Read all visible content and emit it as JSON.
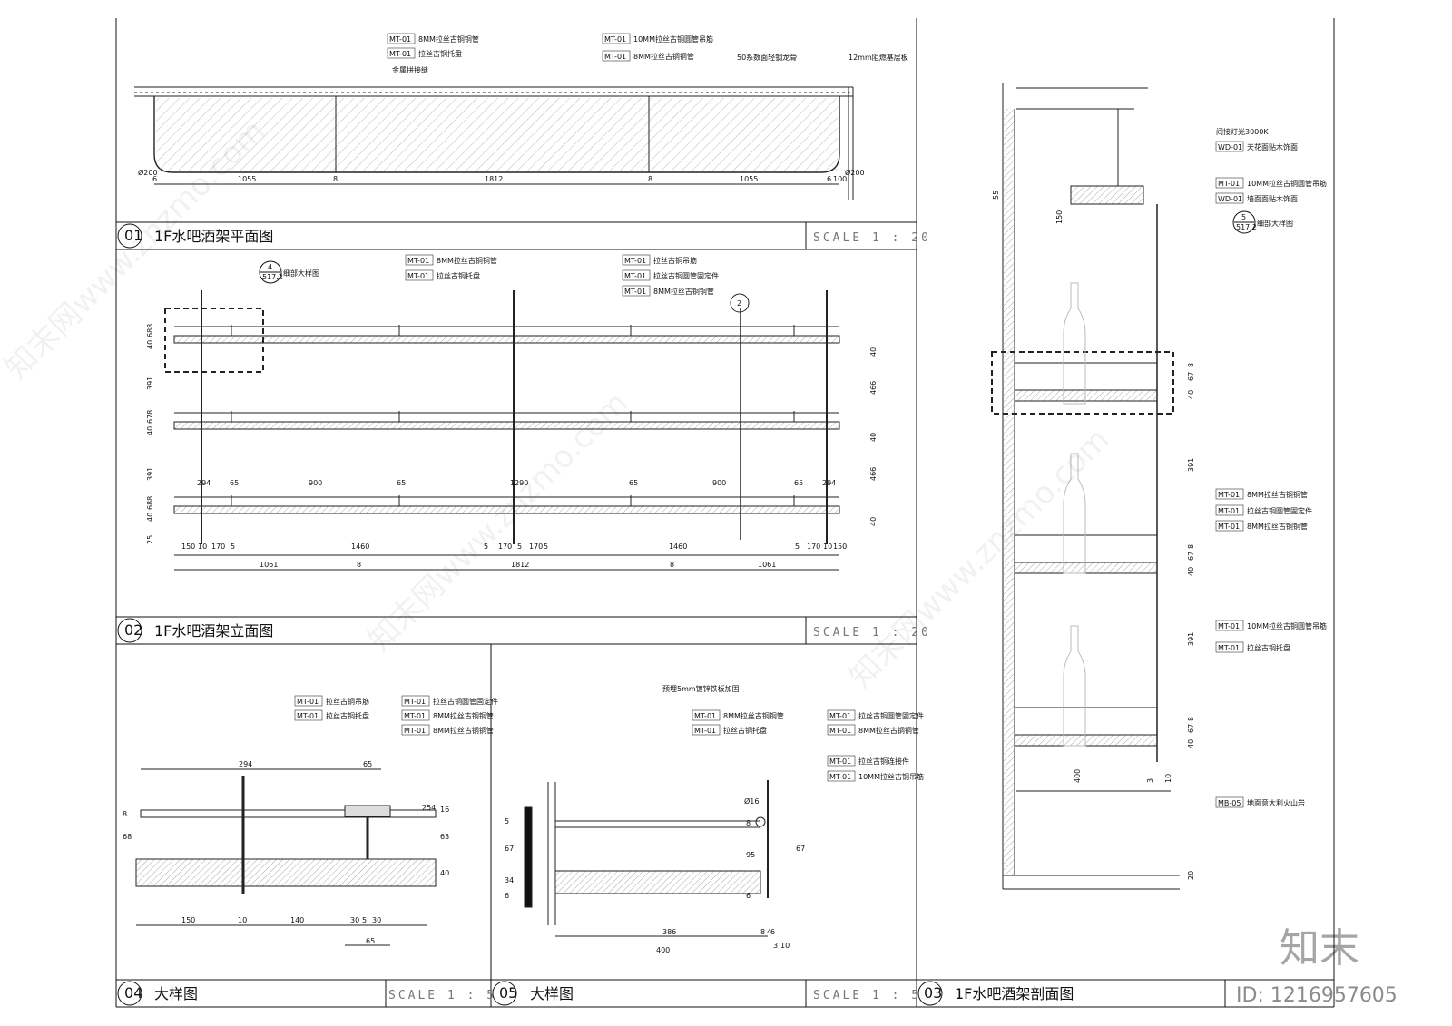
{
  "panels": {
    "p01": {
      "num": "01",
      "title": "1F水吧酒架平面图",
      "scale": "SCALE  1 : 20"
    },
    "p02": {
      "num": "02",
      "title": "1F水吧酒架立面图",
      "scale": "SCALE  1 : 20"
    },
    "p03": {
      "num": "03",
      "title": "1F水吧酒架剖面图"
    },
    "p04": {
      "num": "04",
      "title": "大样图",
      "scale": "SCALE  1 : 5"
    },
    "p05": {
      "num": "05",
      "title": "大样图",
      "scale": "SCALE  1 : 5"
    }
  },
  "plan": {
    "labels": [
      {
        "code": "MT-01",
        "text": "8MM拉丝古铜铜管"
      },
      {
        "code": "MT-01",
        "text": "拉丝古铜托盘"
      },
      {
        "code": "",
        "text": "金属拼接缝"
      },
      {
        "code": "MT-01",
        "text": "10MM拉丝古铜圆管吊筋"
      },
      {
        "code": "MT-01",
        "text": "8MM拉丝古铜铜管"
      },
      {
        "code": "",
        "text": "50系数面轻钢龙骨"
      },
      {
        "code": "",
        "text": "12mm阻燃基层板"
      }
    ],
    "dims": [
      "6",
      "1055",
      "8",
      "1812",
      "8",
      "1055",
      "6",
      "100",
      "Ø200",
      "Ø200"
    ]
  },
  "elevation": {
    "detail_ref": {
      "num": "4",
      "sheet": "517.2",
      "text": "细部大样图"
    },
    "section_ref": "2",
    "labels": [
      {
        "code": "MT-01",
        "text": "8MM拉丝古铜铜管"
      },
      {
        "code": "MT-01",
        "text": "拉丝古铜托盘"
      },
      {
        "code": "MT-01",
        "text": "拉丝古铜吊筋"
      },
      {
        "code": "MT-01",
        "text": "拉丝古铜圆管固定件"
      },
      {
        "code": "MT-01",
        "text": "8MM拉丝古铜铜管"
      }
    ],
    "dims_left": [
      "40",
      "688",
      "391",
      "40",
      "678",
      "391",
      "40",
      "688",
      "25"
    ],
    "dims_right": [
      "40",
      "466",
      "40",
      "466",
      "40"
    ],
    "dims_top": [
      "294",
      "65",
      "900",
      "65",
      "1290",
      "65",
      "900",
      "65",
      "294"
    ],
    "dims_mid": [
      "150",
      "10",
      "170",
      "5",
      "1460",
      "5",
      "170",
      "5",
      "170",
      "5",
      "1460",
      "5",
      "170",
      "10",
      "150"
    ],
    "dims_bottom": [
      "1061",
      "8",
      "1812",
      "8",
      "1061"
    ]
  },
  "section": {
    "labels": [
      {
        "code": "",
        "text": "间接灯光3000K"
      },
      {
        "code": "WD-01",
        "text": "天花面贴木饰面"
      },
      {
        "code": "MT-01",
        "text": "10MM拉丝古铜圆管吊筋"
      },
      {
        "code": "WD-01",
        "text": "墙面面贴木饰面"
      },
      {
        "code": "",
        "text": "细部大样图"
      },
      {
        "code": "MT-01",
        "text": "8MM拉丝古铜铜管"
      },
      {
        "code": "MT-01",
        "text": "拉丝古铜圆管固定件"
      },
      {
        "code": "MT-01",
        "text": "8MM拉丝古铜铜管"
      },
      {
        "code": "MT-01",
        "text": "10MM拉丝古铜圆管吊筋"
      },
      {
        "code": "MT-01",
        "text": "拉丝古铜托盘"
      },
      {
        "code": "MB-05",
        "text": "地面意大利火山岩"
      }
    ],
    "detail_ref": {
      "num": "5",
      "sheet": "517.2"
    },
    "dims": [
      "55",
      "150",
      "8",
      "67",
      "40",
      "391",
      "8",
      "67",
      "40",
      "391",
      "8",
      "67",
      "40",
      "400",
      "3",
      "10",
      "20"
    ]
  },
  "detail04": {
    "labels": [
      {
        "code": "MT-01",
        "text": "拉丝古铜吊筋"
      },
      {
        "code": "MT-01",
        "text": "拉丝古铜托盘"
      },
      {
        "code": "MT-01",
        "text": "拉丝古铜圆管固定件"
      },
      {
        "code": "MT-01",
        "text": "8MM拉丝古铜铜管"
      },
      {
        "code": "MT-01",
        "text": "8MM拉丝古铜铜管"
      }
    ],
    "dims": [
      "294",
      "65",
      "8",
      "68",
      "63",
      "40",
      "150",
      "10",
      "140",
      "30",
      "5",
      "30",
      "65",
      "16",
      "254"
    ]
  },
  "detail05": {
    "labels": [
      {
        "code": "",
        "text": "预埋5mm镀锌铁板加固"
      },
      {
        "code": "MT-01",
        "text": "8MM拉丝古铜铜管"
      },
      {
        "code": "MT-01",
        "text": "拉丝古铜托盘"
      },
      {
        "code": "MT-01",
        "text": "拉丝古铜圆管固定件"
      },
      {
        "code": "MT-01",
        "text": "8MM拉丝古铜铜管"
      },
      {
        "code": "MT-01",
        "text": "拉丝古铜连接件"
      },
      {
        "code": "MT-01",
        "text": "10MM拉丝古铜吊筋"
      }
    ],
    "dims": [
      "5",
      "67",
      "34",
      "6",
      "Ø16",
      "8",
      "95",
      "6",
      "67",
      "386",
      "8",
      "4",
      "6",
      "400",
      "3",
      "10"
    ]
  },
  "watermarks": {
    "site": "知末网www.znzmo.com",
    "brand": "知末",
    "id": "ID: 1216957605"
  }
}
